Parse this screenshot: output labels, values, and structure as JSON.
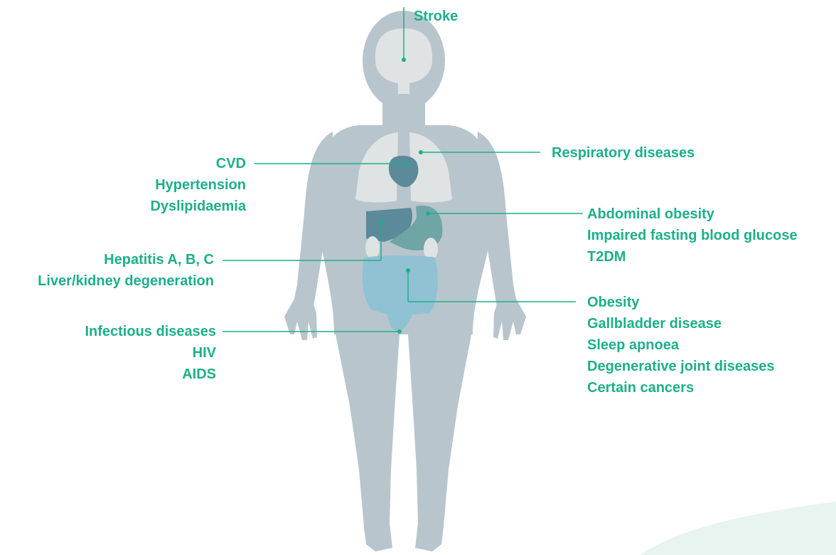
{
  "accent_color": "#1daf8a",
  "body_color": "#b8c5cc",
  "organ_light": "#dfe3e4",
  "organ_teal": "#5b8a9a",
  "organ_intestine": "#90c2d3",
  "labels": {
    "brain": [
      "Stroke"
    ],
    "heart": [
      "CVD",
      "Hypertension",
      "Dyslipidaemia"
    ],
    "lungs": [
      "Respiratory diseases"
    ],
    "liver": [
      "Hepatitis A, B, C",
      "Liver/kidney degeneration"
    ],
    "stomach": [
      "Abdominal obesity",
      "Impaired fasting blood glucose",
      "T2DM"
    ],
    "intestine": [
      "Obesity",
      "Gallbladder disease",
      "Sleep apnoea",
      "Degenerative joint diseases",
      "Certain cancers"
    ],
    "genital": [
      "Infectious diseases",
      "HIV",
      "AIDS"
    ]
  }
}
